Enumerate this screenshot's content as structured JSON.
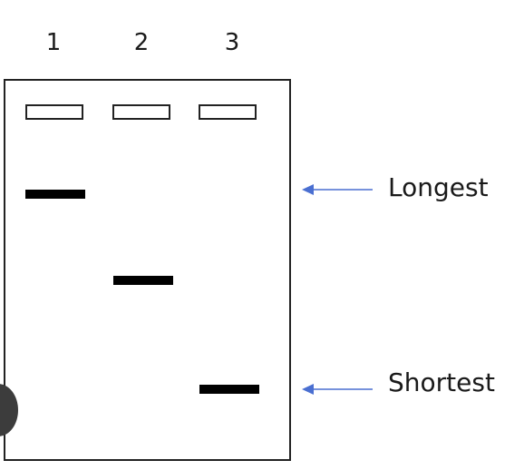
{
  "lanes": [
    {
      "label": "1"
    },
    {
      "label": "2"
    },
    {
      "label": "3"
    }
  ],
  "markers": {
    "longest": "Longest",
    "shortest": "Shortest",
    "arrow_color": "#4a6fd1"
  }
}
